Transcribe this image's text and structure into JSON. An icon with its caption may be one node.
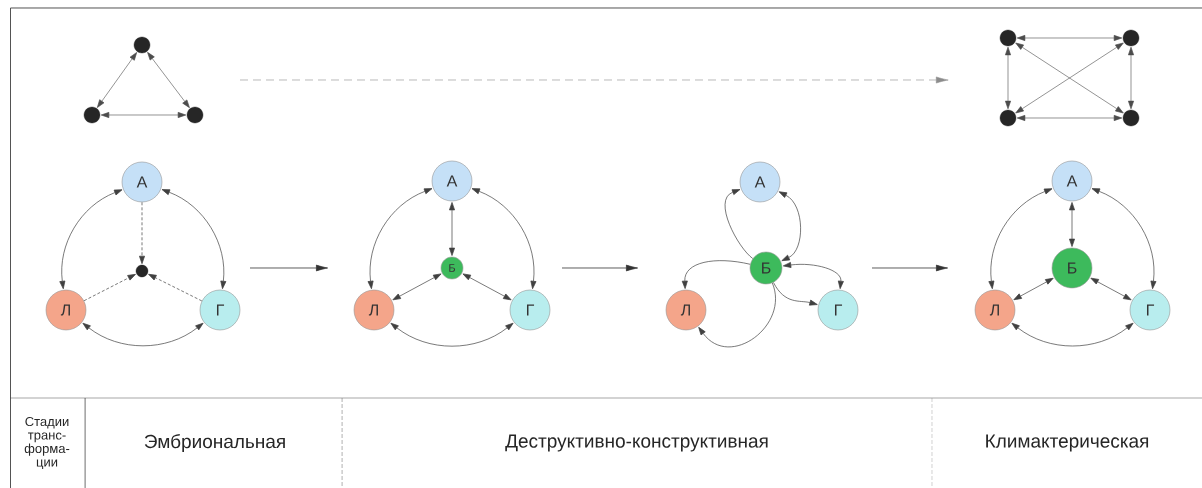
{
  "diagram": {
    "nodes": [
      {
        "text": [],
        "shape": "circle"
      },
      {
        "text": [],
        "shape": "circle"
      },
      {
        "text": [],
        "shape": "circle"
      },
      {
        "text": [],
        "shape": "circle"
      },
      {
        "text": [],
        "shape": "circle"
      },
      {
        "text": [],
        "shape": "circle"
      },
      {
        "text": [],
        "shape": "circle"
      },
      {
        "text": [
          "А"
        ]
      },
      {
        "text": [],
        "shape": "circle"
      },
      {
        "text": [
          "Л"
        ]
      },
      {
        "text": [
          "Г"
        ]
      },
      {
        "text": [
          "А"
        ]
      },
      {
        "text": [
          "Б"
        ]
      },
      {
        "text": [
          "Л"
        ]
      },
      {
        "text": [
          "Г"
        ]
      },
      {
        "text": [
          "А"
        ]
      },
      {
        "text": [
          "Б"
        ]
      },
      {
        "text": [
          "Л"
        ]
      },
      {
        "text": [
          "Г"
        ]
      },
      {
        "text": [
          "А"
        ]
      },
      {
        "text": [
          "Б"
        ]
      },
      {
        "text": [
          "Л"
        ]
      },
      {
        "text": [
          "Г"
        ]
      }
    ],
    "edges": [
      {
        "from": 0,
        "to": 1,
        "arrow": "both"
      },
      {
        "from": 0,
        "to": 2,
        "arrow": "both"
      },
      {
        "from": 1,
        "to": 2,
        "arrow": "both"
      },
      {
        "from": 3,
        "to": 4,
        "arrow": "both"
      },
      {
        "from": 3,
        "to": 5,
        "arrow": "both"
      },
      {
        "from": 4,
        "to": 6,
        "arrow": "both"
      },
      {
        "from": 5,
        "to": 6,
        "arrow": "both"
      },
      {
        "from": 3,
        "to": 6,
        "arrow": "both"
      },
      {
        "from": 4,
        "to": 5,
        "arrow": "both"
      },
      {
        "from": 7,
        "to": 9,
        "arrow": "both"
      },
      {
        "from": 7,
        "to": 10,
        "arrow": "both"
      },
      {
        "from": 9,
        "to": 10,
        "arrow": "both"
      },
      {
        "from": 7,
        "to": 8,
        "arrow": "to",
        "style": "dashed"
      },
      {
        "from": 9,
        "to": 8,
        "arrow": "to",
        "style": "dashed"
      },
      {
        "from": 10,
        "to": 8,
        "arrow": "to",
        "style": "dashed"
      },
      {
        "from": 11,
        "to": 13,
        "arrow": "both"
      },
      {
        "from": 11,
        "to": 14,
        "arrow": "both"
      },
      {
        "from": 13,
        "to": 14,
        "arrow": "both"
      },
      {
        "from": 11,
        "to": 12,
        "arrow": "both"
      },
      {
        "from": 12,
        "to": 13,
        "arrow": "both"
      },
      {
        "from": 12,
        "to": 14,
        "arrow": "both"
      },
      {
        "from": 16,
        "to": 15,
        "arrow": "to"
      },
      {
        "from": 16,
        "to": 17,
        "arrow": "to"
      },
      {
        "from": 15,
        "to": 16,
        "arrow": "both"
      },
      {
        "from": 16,
        "to": 18,
        "arrow": "both"
      },
      {
        "from": 16,
        "to": 18,
        "arrow": "to"
      },
      {
        "from": 16,
        "to": 17,
        "arrow": "to"
      },
      {
        "from": 19,
        "to": 21,
        "arrow": "both"
      },
      {
        "from": 19,
        "to": 22,
        "arrow": "both"
      },
      {
        "from": 21,
        "to": 22,
        "arrow": "both"
      },
      {
        "from": 19,
        "to": 20,
        "arrow": "both"
      },
      {
        "from": 20,
        "to": 21,
        "arrow": "both"
      },
      {
        "from": 20,
        "to": 22,
        "arrow": "both"
      }
    ],
    "labels": [
      "Стадии транс- форма- ции",
      "Эмбриональная",
      "Деструктивно-конструктивная",
      "Климактерическая"
    ]
  }
}
